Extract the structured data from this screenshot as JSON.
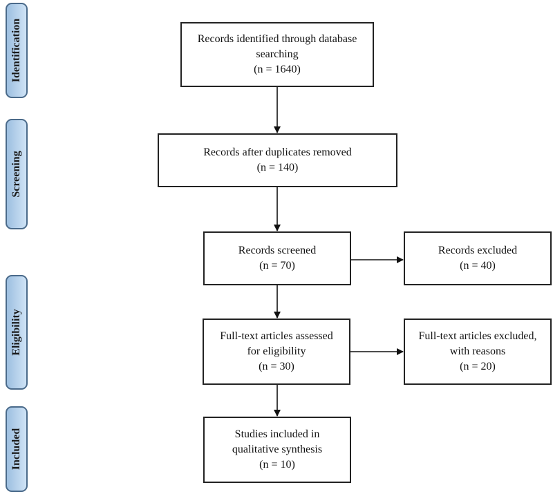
{
  "stages": [
    {
      "label": "Identification"
    },
    {
      "label": "Screening"
    },
    {
      "label": "Eligibility"
    },
    {
      "label": "Included"
    }
  ],
  "boxes": {
    "identified": {
      "line1": "Records identified through database",
      "line2": "searching",
      "count": "(n = 1640)"
    },
    "duplicates_removed": {
      "line1": "Records after duplicates removed",
      "count": "(n = 140)"
    },
    "screened": {
      "line1": "Records screened",
      "count": "(n = 70)"
    },
    "excluded": {
      "line1": "Records excluded",
      "count": "(n = 40)"
    },
    "fulltext_assessed": {
      "line1": "Full-text articles assessed",
      "line2": "for eligibility",
      "count": "(n = 30)"
    },
    "fulltext_excluded": {
      "line1": "Full-text articles excluded,",
      "line2": "with reasons",
      "count": "(n = 20)"
    },
    "included": {
      "line1": "Studies included in",
      "line2": "qualitative synthesis",
      "count": "(n = 10)"
    }
  }
}
